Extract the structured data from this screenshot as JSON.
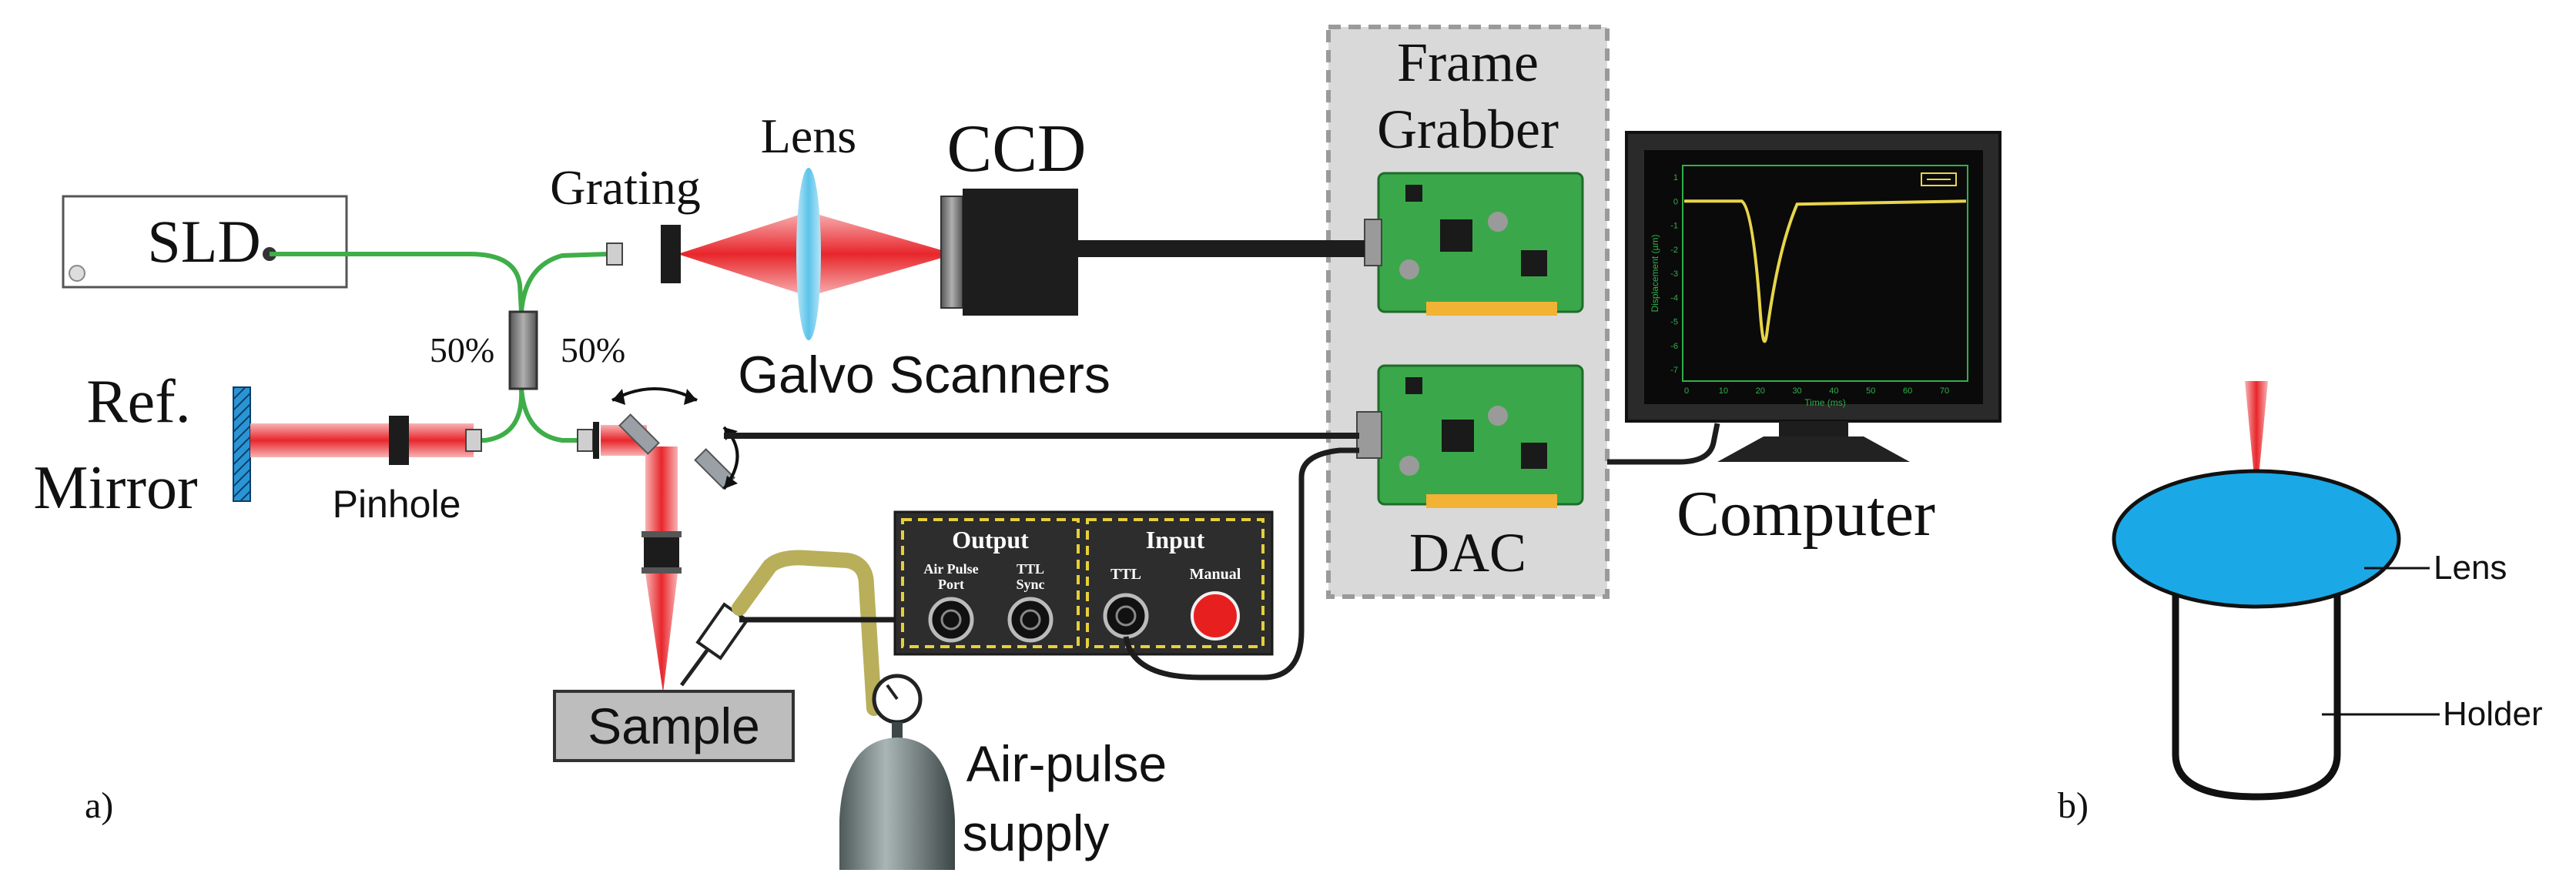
{
  "labels": {
    "sld": "SLD",
    "grating": "Grating",
    "lens": "Lens",
    "ccd": "CCD",
    "frame_grabber_line1": "Frame",
    "frame_grabber_line2": "Grabber",
    "split_left": "50%",
    "split_right": "50%",
    "ref_line1": "Ref.",
    "ref_line2": "Mirror",
    "pinhole": "Pinhole",
    "galvo": "Galvo Scanners",
    "dac": "DAC",
    "computer": "Computer",
    "sample": "Sample",
    "air_line1": "Air-pulse",
    "air_line2": "supply",
    "panel_a": "a)",
    "panel_b": "b)",
    "lens_b": "Lens",
    "holder": "Holder"
  },
  "control_box": {
    "output_title": "Output",
    "output_port_line1": "Air Pulse",
    "output_port_line2": "Port",
    "output_sync_line1": "TTL",
    "output_sync_line2": "Sync",
    "input_title": "Input",
    "input_ttl": "TTL",
    "input_manual": "Manual"
  },
  "monitor_plot": {
    "ylabel": "Displacement (µm)",
    "xlabel": "Time (ms)",
    "xticks": [
      "0",
      "10",
      "20",
      "30",
      "40",
      "50",
      "60",
      "70"
    ],
    "yticks": [
      "1",
      "0",
      "-1",
      "-2",
      "-3",
      "-4",
      "-5",
      "-6",
      "-7"
    ],
    "trace_color": "#e8d54a"
  },
  "colors": {
    "fiber": "#3fae49",
    "beam": "#e8262b",
    "lens": "#7fd1f0",
    "board": "#3aa84a",
    "board_gold": "#f2b233",
    "panel_gray": "#d9d9d9",
    "box_dark": "#2d2d2d",
    "tube": "#b9ae5a",
    "lens_b_fill": "#1aa9e6",
    "manual_button": "#e81f1f",
    "mirror_blue": "#2a95d6"
  }
}
